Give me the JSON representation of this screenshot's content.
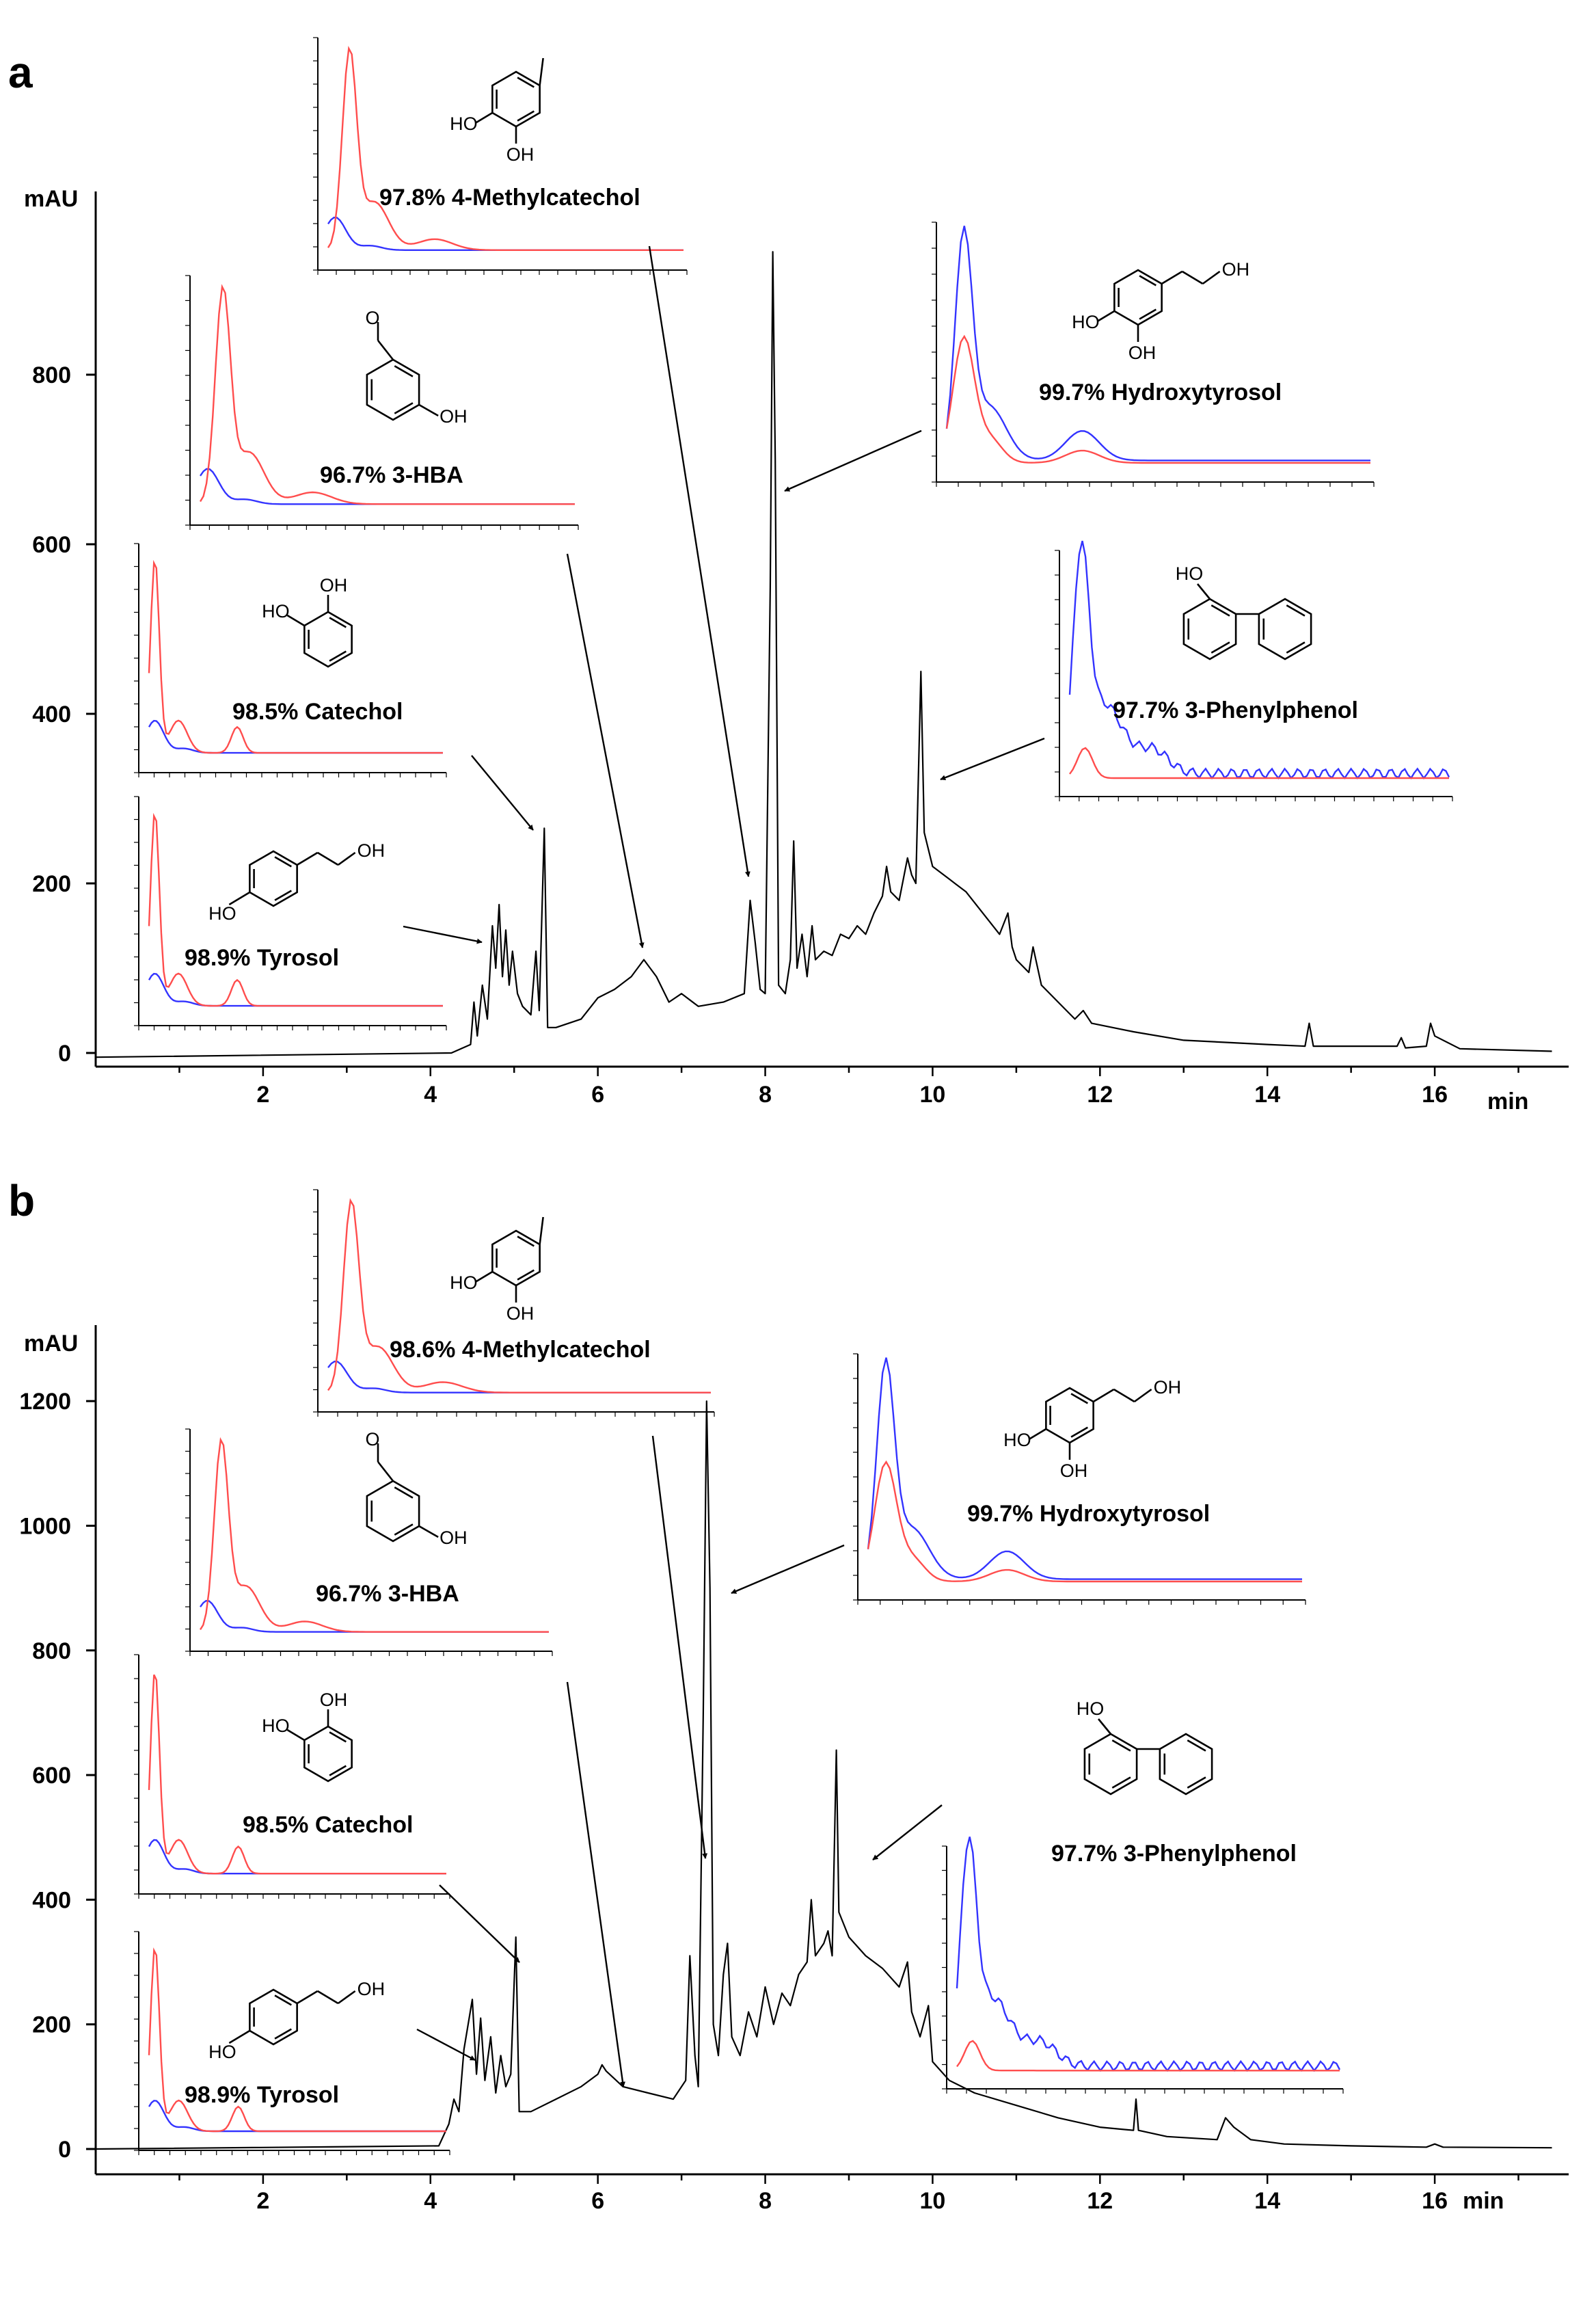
{
  "colors": {
    "trace": "#000000",
    "spectrum_red": "#ff4d4d",
    "spectrum_blue": "#3333ff"
  },
  "chart_data": [
    {
      "panel": "a",
      "type": "line",
      "ylabel": "mAU",
      "xlabel": "min",
      "xlim": [
        0,
        17.6
      ],
      "ylim": [
        0,
        1000
      ],
      "x_ticks": [
        2,
        4,
        6,
        8,
        10,
        12,
        14,
        16
      ],
      "y_ticks": [
        0,
        200,
        400,
        600,
        800
      ],
      "series": [
        {
          "values": [
            [
              0,
              -5
            ],
            [
              4.25,
              0
            ],
            [
              4.48,
              10
            ],
            [
              4.52,
              60
            ],
            [
              4.56,
              20
            ],
            [
              4.62,
              80
            ],
            [
              4.68,
              40
            ],
            [
              4.74,
              150
            ],
            [
              4.78,
              100
            ],
            [
              4.82,
              175
            ],
            [
              4.86,
              90
            ],
            [
              4.9,
              145
            ],
            [
              4.94,
              80
            ],
            [
              4.98,
              120
            ],
            [
              5.04,
              70
            ],
            [
              5.1,
              55
            ],
            [
              5.2,
              45
            ],
            [
              5.26,
              120
            ],
            [
              5.3,
              50
            ],
            [
              5.36,
              265
            ],
            [
              5.4,
              30
            ],
            [
              5.5,
              30
            ],
            [
              5.8,
              40
            ],
            [
              6.0,
              65
            ],
            [
              6.2,
              75
            ],
            [
              6.4,
              90
            ],
            [
              6.55,
              110
            ],
            [
              6.7,
              90
            ],
            [
              6.85,
              60
            ],
            [
              7.0,
              70
            ],
            [
              7.2,
              55
            ],
            [
              7.5,
              60
            ],
            [
              7.75,
              70
            ],
            [
              7.82,
              180
            ],
            [
              7.88,
              130
            ],
            [
              7.94,
              75
            ],
            [
              8.0,
              70
            ],
            [
              8.06,
              550
            ],
            [
              8.09,
              945
            ],
            [
              8.12,
              700
            ],
            [
              8.16,
              80
            ],
            [
              8.24,
              70
            ],
            [
              8.3,
              110
            ],
            [
              8.34,
              250
            ],
            [
              8.38,
              100
            ],
            [
              8.44,
              140
            ],
            [
              8.5,
              90
            ],
            [
              8.56,
              150
            ],
            [
              8.6,
              110
            ],
            [
              8.7,
              120
            ],
            [
              8.8,
              115
            ],
            [
              8.9,
              140
            ],
            [
              9.0,
              135
            ],
            [
              9.1,
              150
            ],
            [
              9.2,
              140
            ],
            [
              9.3,
              165
            ],
            [
              9.4,
              185
            ],
            [
              9.45,
              220
            ],
            [
              9.5,
              190
            ],
            [
              9.6,
              180
            ],
            [
              9.7,
              230
            ],
            [
              9.75,
              210
            ],
            [
              9.8,
              200
            ],
            [
              9.86,
              450
            ],
            [
              9.9,
              260
            ],
            [
              10.0,
              220
            ],
            [
              10.2,
              205
            ],
            [
              10.4,
              190
            ],
            [
              10.6,
              165
            ],
            [
              10.8,
              140
            ],
            [
              10.9,
              165
            ],
            [
              10.95,
              125
            ],
            [
              11.0,
              110
            ],
            [
              11.15,
              95
            ],
            [
              11.2,
              125
            ],
            [
              11.3,
              80
            ],
            [
              11.5,
              60
            ],
            [
              11.7,
              40
            ],
            [
              11.8,
              50
            ],
            [
              11.9,
              35
            ],
            [
              12.4,
              25
            ],
            [
              13.0,
              15
            ],
            [
              13.6,
              12
            ],
            [
              14.0,
              10
            ],
            [
              14.45,
              8
            ],
            [
              14.5,
              35
            ],
            [
              14.55,
              8
            ],
            [
              15.0,
              8
            ],
            [
              15.55,
              8
            ],
            [
              15.6,
              18
            ],
            [
              15.65,
              6
            ],
            [
              15.9,
              8
            ],
            [
              15.95,
              35
            ],
            [
              16.0,
              20
            ],
            [
              16.3,
              5
            ],
            [
              17.4,
              2
            ]
          ]
        }
      ],
      "annotations": [
        {
          "label": "98.9% Tyrosol",
          "peak_min": 4.83
        },
        {
          "label": "98.5% Catechol",
          "peak_min": 5.36
        },
        {
          "label": "96.7% 3-HBA",
          "peak_min": 6.55
        },
        {
          "label": "97.8% 4-Methylcatechol",
          "peak_min": 7.84
        },
        {
          "label": "99.7% Hydroxytyrosol",
          "peak_min": 8.09
        },
        {
          "label": "97.7% 3-Phenylphenol",
          "peak_min": 9.87
        }
      ],
      "structure_atoms": {
        "tyrosol": [
          "HO",
          "OH"
        ],
        "catechol": [
          "HO",
          "OH"
        ],
        "hba": [
          "OH"
        ],
        "methylcatechol": [
          "HO",
          "OH"
        ],
        "hydroxytyrosol": [
          "HO",
          "OH",
          "OH"
        ],
        "phenylphenol": [
          "HO"
        ]
      }
    },
    {
      "panel": "b",
      "type": "line",
      "ylabel": "mAU",
      "xlabel": "min",
      "xlim": [
        0,
        17.6
      ],
      "ylim": [
        0,
        1300
      ],
      "x_ticks": [
        2,
        4,
        6,
        8,
        10,
        12,
        14,
        16
      ],
      "y_ticks": [
        0,
        200,
        400,
        600,
        800,
        1000,
        1200
      ],
      "series": [
        {
          "values": [
            [
              0,
              0
            ],
            [
              4.1,
              5
            ],
            [
              4.22,
              40
            ],
            [
              4.28,
              80
            ],
            [
              4.34,
              60
            ],
            [
              4.4,
              160
            ],
            [
              4.45,
              200
            ],
            [
              4.5,
              240
            ],
            [
              4.55,
              120
            ],
            [
              4.6,
              210
            ],
            [
              4.65,
              110
            ],
            [
              4.72,
              180
            ],
            [
              4.78,
              90
            ],
            [
              4.84,
              150
            ],
            [
              4.9,
              100
            ],
            [
              4.96,
              120
            ],
            [
              5.02,
              340
            ],
            [
              5.06,
              60
            ],
            [
              5.2,
              60
            ],
            [
              5.5,
              80
            ],
            [
              5.8,
              100
            ],
            [
              6.0,
              120
            ],
            [
              6.05,
              135
            ],
            [
              6.1,
              125
            ],
            [
              6.3,
              100
            ],
            [
              6.6,
              90
            ],
            [
              6.9,
              80
            ],
            [
              7.05,
              110
            ],
            [
              7.1,
              310
            ],
            [
              7.16,
              150
            ],
            [
              7.2,
              100
            ],
            [
              7.26,
              700
            ],
            [
              7.3,
              1200
            ],
            [
              7.34,
              900
            ],
            [
              7.38,
              200
            ],
            [
              7.44,
              150
            ],
            [
              7.5,
              280
            ],
            [
              7.55,
              330
            ],
            [
              7.6,
              180
            ],
            [
              7.7,
              150
            ],
            [
              7.8,
              220
            ],
            [
              7.9,
              180
            ],
            [
              8.0,
              260
            ],
            [
              8.1,
              200
            ],
            [
              8.2,
              250
            ],
            [
              8.3,
              230
            ],
            [
              8.4,
              280
            ],
            [
              8.5,
              300
            ],
            [
              8.55,
              400
            ],
            [
              8.6,
              310
            ],
            [
              8.7,
              330
            ],
            [
              8.75,
              350
            ],
            [
              8.8,
              310
            ],
            [
              8.85,
              640
            ],
            [
              8.88,
              380
            ],
            [
              9.0,
              340
            ],
            [
              9.2,
              310
            ],
            [
              9.4,
              290
            ],
            [
              9.6,
              260
            ],
            [
              9.7,
              300
            ],
            [
              9.75,
              220
            ],
            [
              9.85,
              180
            ],
            [
              9.95,
              230
            ],
            [
              10.0,
              140
            ],
            [
              10.2,
              110
            ],
            [
              10.5,
              90
            ],
            [
              11.0,
              70
            ],
            [
              11.5,
              50
            ],
            [
              12.0,
              35
            ],
            [
              12.4,
              30
            ],
            [
              12.43,
              80
            ],
            [
              12.46,
              30
            ],
            [
              12.8,
              20
            ],
            [
              13.4,
              15
            ],
            [
              13.5,
              50
            ],
            [
              13.6,
              35
            ],
            [
              13.8,
              15
            ],
            [
              14.2,
              8
            ],
            [
              15.0,
              5
            ],
            [
              15.9,
              3
            ],
            [
              16.0,
              8
            ],
            [
              16.1,
              3
            ],
            [
              17.4,
              2
            ]
          ]
        }
      ],
      "annotations": [
        {
          "label": "98.9% Tyrosol",
          "peak_min": 4.5
        },
        {
          "label": "98.5% Catechol",
          "peak_min": 5.02
        },
        {
          "label": "96.7% 3-HBA",
          "peak_min": 6.05
        },
        {
          "label": "98.6% 4-Methylcatechol",
          "peak_min": 7.12
        },
        {
          "label": "99.7% Hydroxytyrosol",
          "peak_min": 7.3
        },
        {
          "label": "97.7% 3-Phenylphenol",
          "peak_min": 8.85
        }
      ],
      "structure_atoms": {
        "tyrosol": [
          "HO",
          "OH"
        ],
        "catechol": [
          "HO",
          "OH"
        ],
        "hba": [
          "OH"
        ],
        "methylcatechol": [
          "HO",
          "OH"
        ],
        "hydroxytyrosol": [
          "HO",
          "OH",
          "OH"
        ],
        "phenylphenol": [
          "HO"
        ]
      }
    }
  ]
}
